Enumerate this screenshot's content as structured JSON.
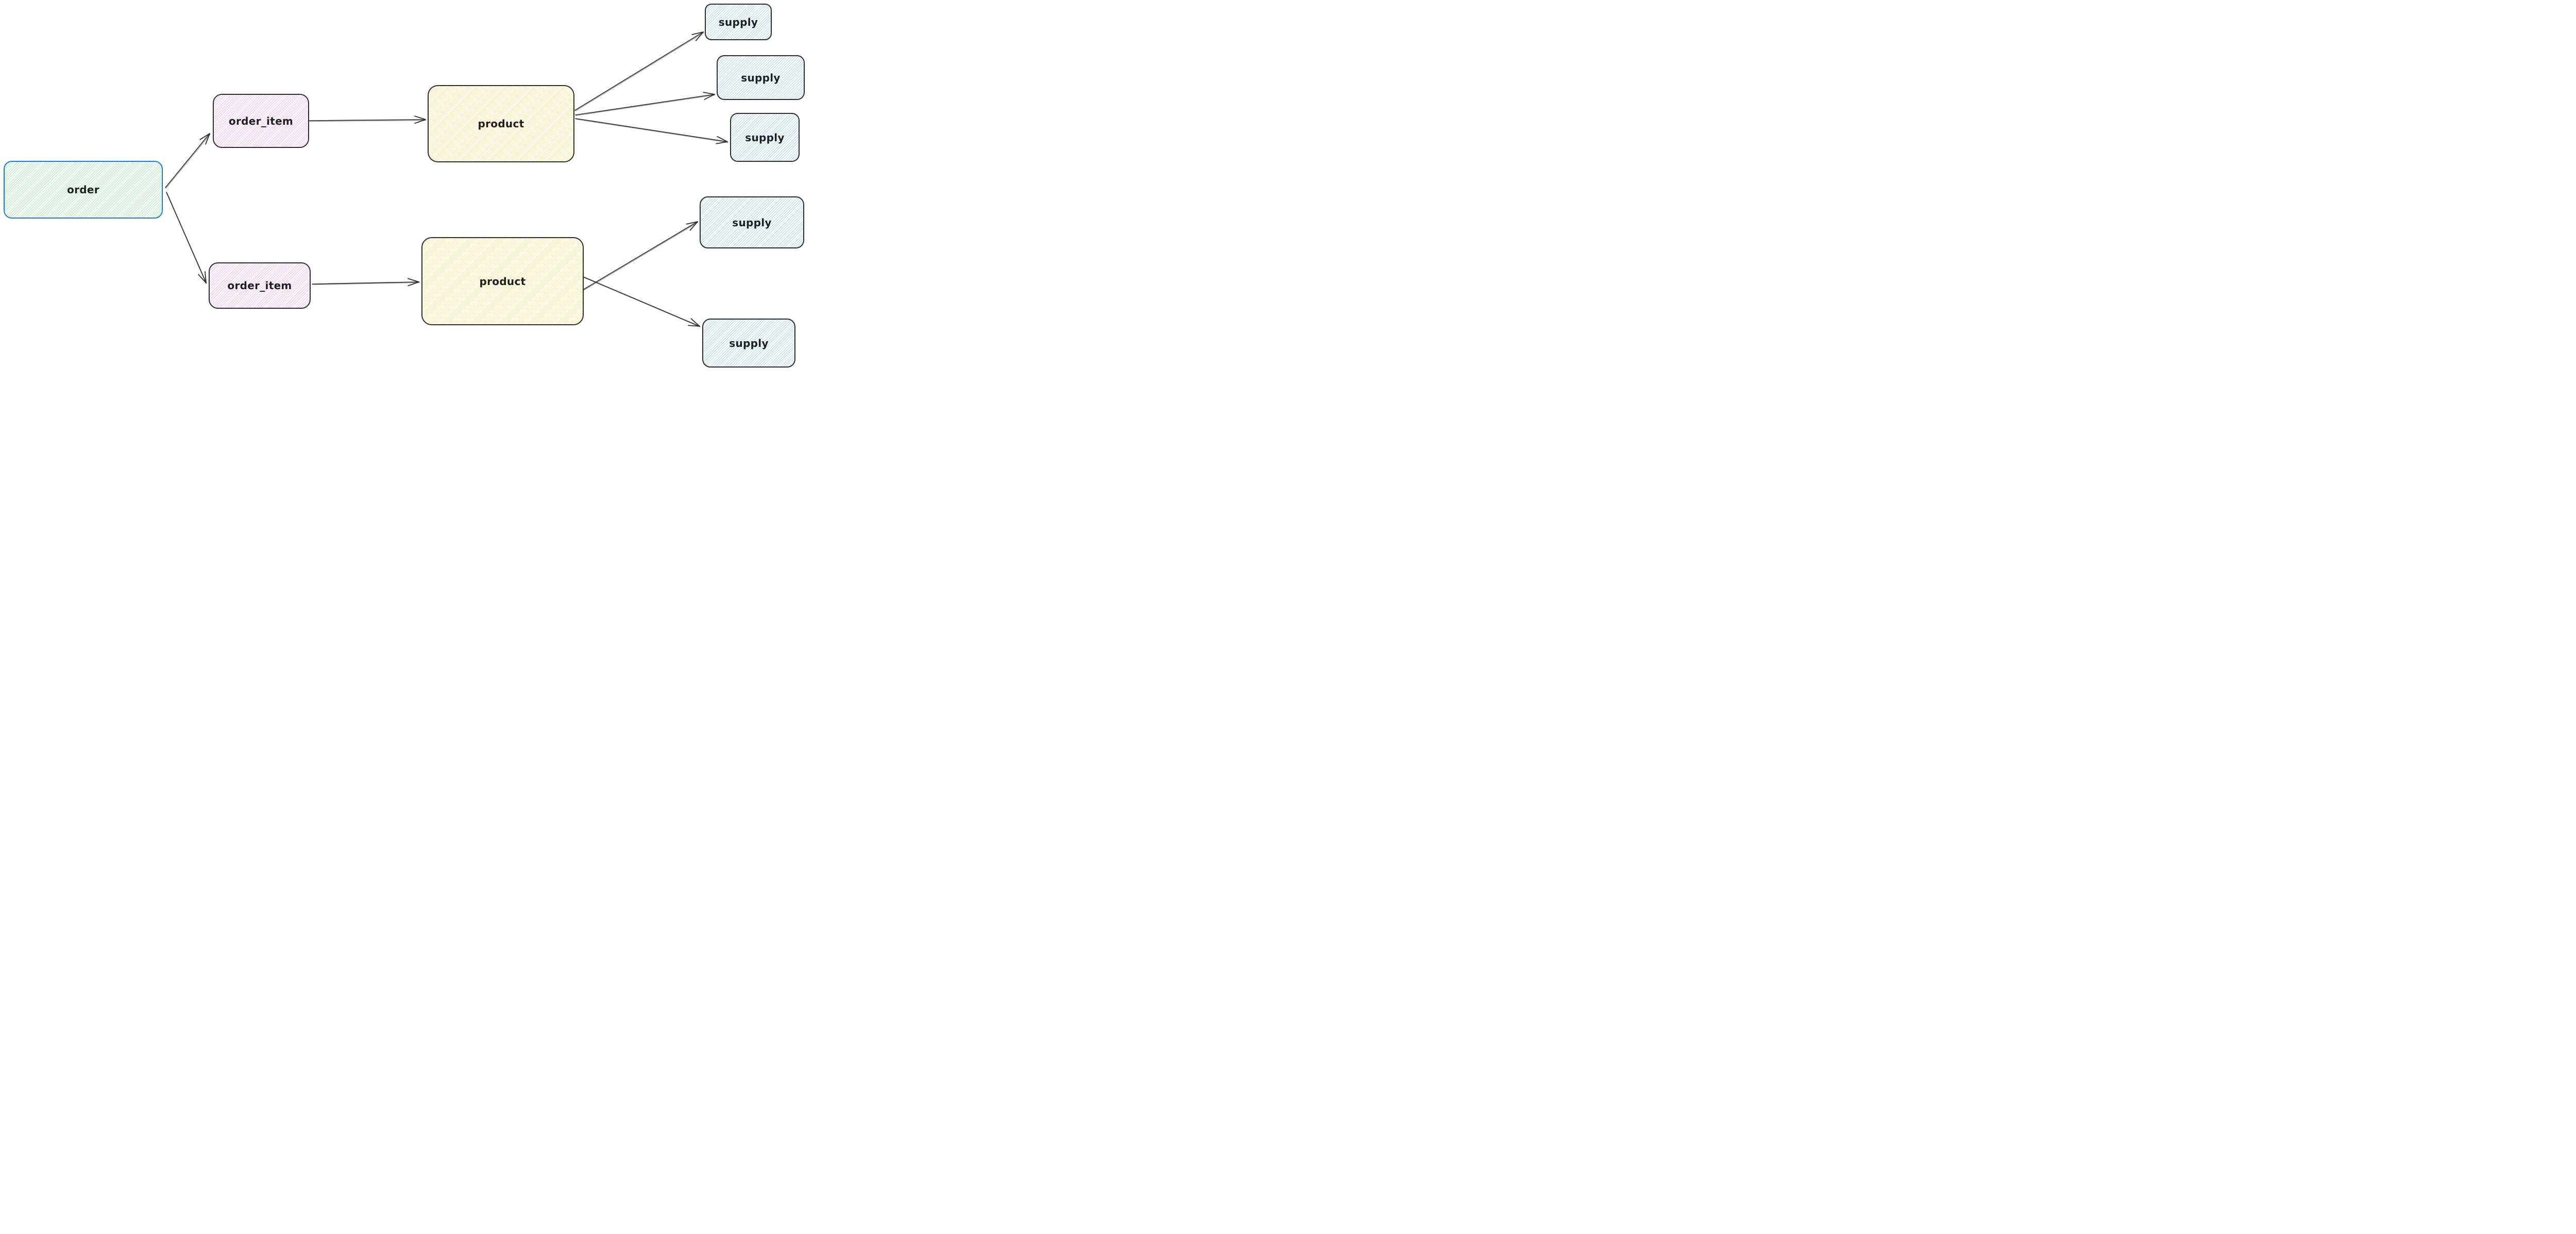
{
  "canvas": {
    "background": "#ffffff"
  },
  "colors": {
    "canvas": "#ffffff",
    "order_border": "#1e7cd6",
    "dark_stroke": "#2d2d2d",
    "arrow": "#2f2f2f",
    "text": "#1f1f1f",
    "fill_green": "#a9e9b8",
    "fill_violet": "#efb9f7",
    "fill_yellow": "#ffe48a",
    "fill_blue": "#a9d6f6"
  },
  "diagram": {
    "nodes": [
      {
        "id": "order",
        "label": "order"
      },
      {
        "id": "order_item_top",
        "label": "order_item"
      },
      {
        "id": "order_item_bottom",
        "label": "order_item"
      },
      {
        "id": "product_top",
        "label": "product"
      },
      {
        "id": "product_bottom",
        "label": "product"
      },
      {
        "id": "supply_1",
        "label": "supply"
      },
      {
        "id": "supply_2",
        "label": "supply"
      },
      {
        "id": "supply_3",
        "label": "supply"
      },
      {
        "id": "supply_4",
        "label": "supply"
      },
      {
        "id": "supply_5",
        "label": "supply"
      }
    ],
    "edges": [
      {
        "from": "order",
        "to": "order_item_top"
      },
      {
        "from": "order",
        "to": "order_item_bottom"
      },
      {
        "from": "order_item_top",
        "to": "product_top"
      },
      {
        "from": "order_item_bottom",
        "to": "product_bottom"
      },
      {
        "from": "product_top",
        "to": "supply_1"
      },
      {
        "from": "product_top",
        "to": "supply_2"
      },
      {
        "from": "product_top",
        "to": "supply_3"
      },
      {
        "from": "product_bottom",
        "to": "supply_4"
      },
      {
        "from": "product_bottom",
        "to": "supply_5"
      }
    ]
  }
}
